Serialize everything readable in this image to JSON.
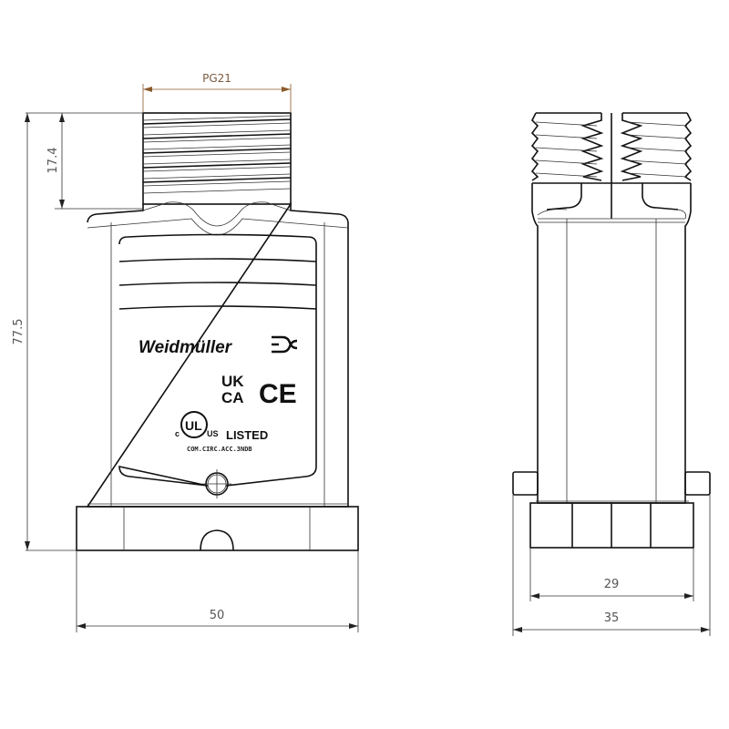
{
  "drawing": {
    "type": "technical-drawing",
    "views": [
      "front-view",
      "side-view"
    ],
    "brand": "Weidmüller",
    "certifications": {
      "ukca_line1": "UK",
      "ukca_line2": "CA",
      "ce": "CE",
      "ul_c": "c",
      "ul_us": "US",
      "ul_mark": "UL",
      "listed": "LISTED",
      "ul_code": "COM.CIRC.ACC.3NDB"
    },
    "dimensions": {
      "thread": "PG21",
      "thread_height": "17.4",
      "total_height": "77.5",
      "front_width": "50",
      "side_inner_width": "29",
      "side_outer_width": "35"
    },
    "colors": {
      "outline": "#111111",
      "dimension_line": "#333333",
      "thread_dimension": "#8b5a2b"
    }
  }
}
